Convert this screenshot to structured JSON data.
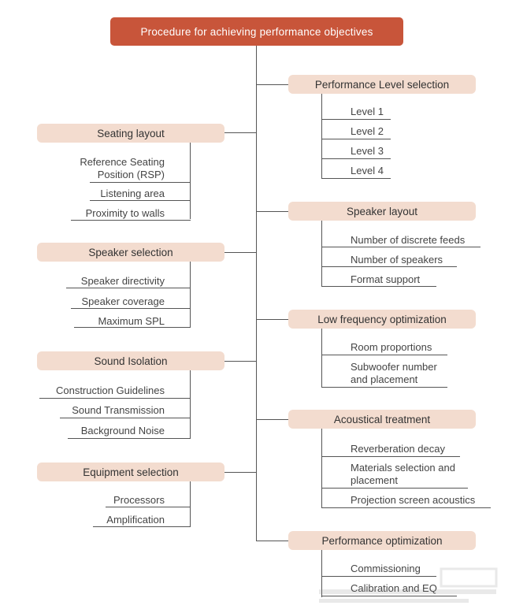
{
  "root": {
    "title": "Procedure for achieving performance objectives"
  },
  "left": [
    {
      "title": "Seating layout",
      "items": [
        "Reference Seating\nPosition (RSP)",
        "Listening area",
        "Proximity to walls"
      ]
    },
    {
      "title": "Speaker selection",
      "items": [
        "Speaker directivity",
        "Speaker coverage",
        "Maximum SPL"
      ]
    },
    {
      "title": "Sound Isolation",
      "items": [
        "Construction Guidelines",
        "Sound Transmission",
        "Background Noise"
      ]
    },
    {
      "title": "Equipment selection",
      "items": [
        "Processors",
        "Amplification"
      ]
    }
  ],
  "right": [
    {
      "title": "Performance Level selection",
      "items": [
        "Level 1",
        "Level 2",
        "Level 3",
        "Level 4"
      ]
    },
    {
      "title": "Speaker layout",
      "items": [
        "Number of discrete feeds",
        "Number of speakers",
        "Format support"
      ]
    },
    {
      "title": "Low frequency optimization",
      "items": [
        "Room proportions",
        "Subwoofer number\nand placement"
      ]
    },
    {
      "title": "Acoustical treatment",
      "items": [
        "Reverberation decay",
        "Materials selection and\nplacement",
        "Projection screen acoustics"
      ]
    },
    {
      "title": "Performance optimization",
      "items": [
        "Commissioning",
        "Calibration and EQ"
      ]
    }
  ],
  "colors": {
    "root": "#c8553a",
    "category": "#f3dccf",
    "line": "#555555"
  }
}
